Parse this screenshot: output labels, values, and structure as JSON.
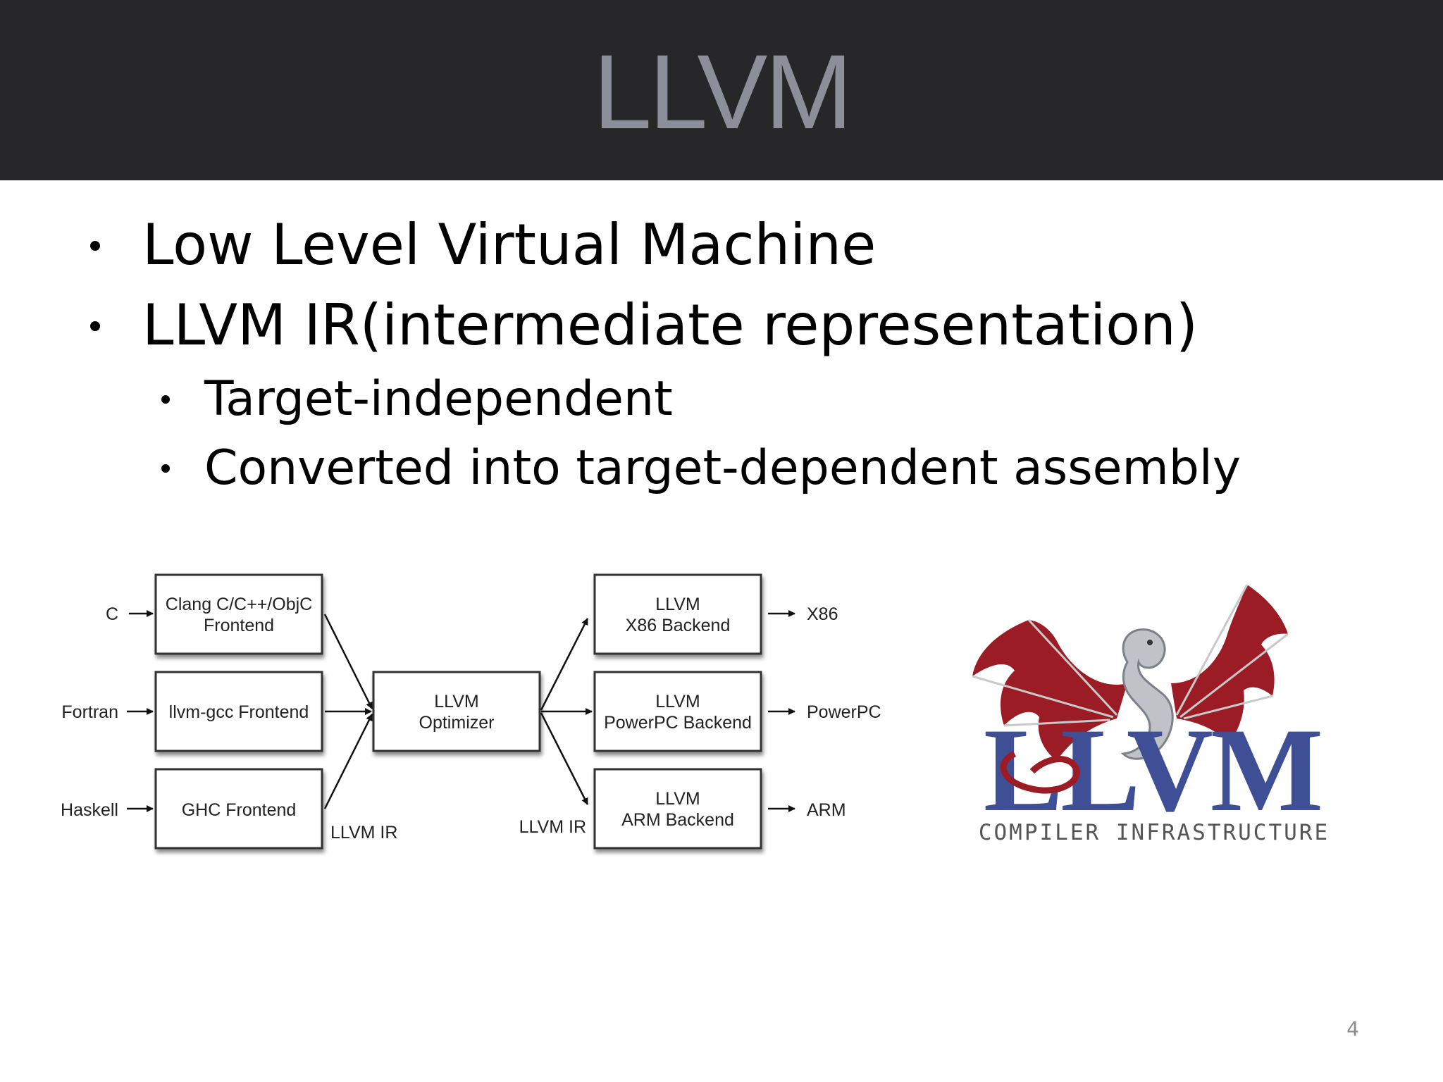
{
  "slide": {
    "title": "LLVM",
    "bullets": [
      "Low Level Virtual Machine",
      "LLVM IR(intermediate representation)"
    ],
    "sub_bullets": [
      "Target-independent",
      "Converted into target-dependent assembly"
    ],
    "page_number": "4"
  },
  "diagram": {
    "languages": [
      "C",
      "Fortran",
      "Haskell"
    ],
    "frontends": [
      [
        "Clang C/C++/ObjC",
        "Frontend"
      ],
      [
        "llvm-gcc Frontend"
      ],
      [
        "GHC Frontend"
      ]
    ],
    "optimizer": [
      "LLVM",
      "Optimizer"
    ],
    "backends": [
      [
        "LLVM",
        "X86 Backend"
      ],
      [
        "LLVM",
        "PowerPC Backend"
      ],
      [
        "LLVM",
        "ARM Backend"
      ]
    ],
    "targets": [
      "X86",
      "PowerPC",
      "ARM"
    ],
    "ir_left_label": "LLVM IR",
    "ir_right_label": "LLVM IR"
  },
  "logo": {
    "wordmark": "LLVM",
    "tagline": "COMPILER INFRASTRUCTURE",
    "colors": {
      "wing": "#9b1c24",
      "text": "#3f4f96",
      "tagline": "#555555"
    }
  }
}
